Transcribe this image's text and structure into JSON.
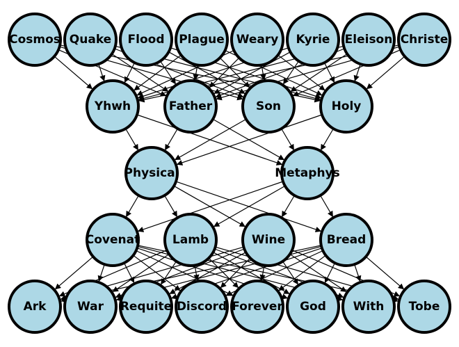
{
  "diagram": {
    "type": "layered-directed-graph",
    "colors": {
      "node_fill": "#add8e6",
      "node_stroke": "#000000",
      "edge": "#000000",
      "background": "#ffffff"
    },
    "layers": [
      [
        "Cosmos",
        "Quake",
        "Flood",
        "Plague",
        "Weary",
        "Kyrie",
        "Eleison",
        "Christe"
      ],
      [
        "Yhwh",
        "Father",
        "Son",
        "Holy"
      ],
      [
        "Physical",
        "Metaphys"
      ],
      [
        "Covenat",
        "Lamb",
        "Wine",
        "Bread"
      ],
      [
        "Ark",
        "War",
        "Requite",
        "Discord",
        "Forever",
        "God",
        "With",
        "Tobe"
      ]
    ],
    "edges": "each node connects to every node in the next layer"
  }
}
